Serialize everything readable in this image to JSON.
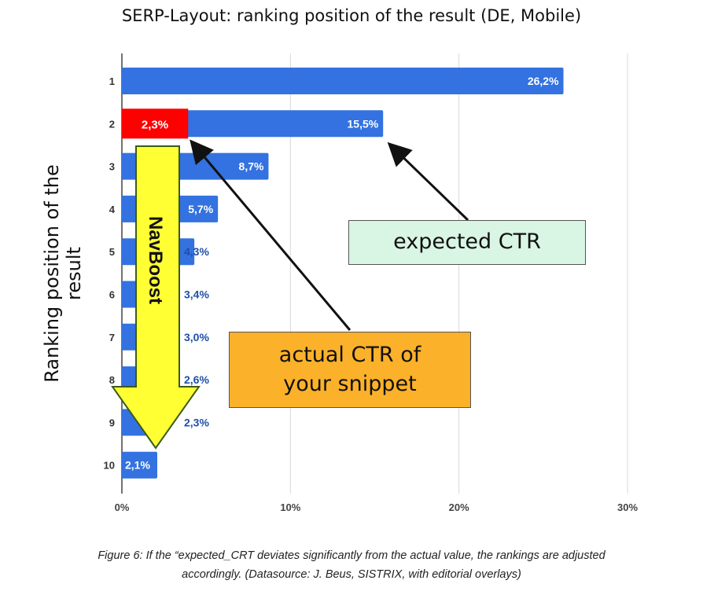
{
  "chart_data": {
    "type": "bar",
    "orientation": "horizontal",
    "title": "SERP-Layout: ranking position of the result (DE, Mobile)",
    "ylabel": "Ranking position of the result",
    "xlabel": "",
    "categories": [
      "1",
      "2",
      "3",
      "4",
      "5",
      "6",
      "7",
      "8",
      "9",
      "10"
    ],
    "values": [
      26.2,
      15.5,
      8.7,
      5.7,
      4.3,
      3.4,
      3.0,
      2.6,
      2.3,
      2.1
    ],
    "data_labels": [
      "26,2%",
      "15,5%",
      "8,7%",
      "5,7%",
      "4,3%",
      "3,4%",
      "3,0%",
      "2,6%",
      "2,3%",
      "2,1%"
    ],
    "xlim": [
      0,
      30
    ],
    "xticks": [
      "0%",
      "10%",
      "20%",
      "30%"
    ],
    "grid": true,
    "bar_color": "#3372e0"
  },
  "overlays": {
    "actual_bar_label": "2,3%",
    "actual_bar_value": 2.3,
    "actual_color": "#ff0000",
    "navboost_label": "NavBoost",
    "navboost_color": "#ffff33",
    "expected_label": "expected CTR",
    "expected_color": "#d9f5e4",
    "actual_label_line1": "actual CTR of",
    "actual_label_line2": "your snippet",
    "actual_box_color": "#fbb12a"
  },
  "caption": {
    "line1": "Figure 6: If the “expected_CRT deviates significantly from the actual value, the rankings are adjusted",
    "line2": "accordingly. (Datasource: J. Beus, SISTRIX, with editorial overlays)"
  }
}
